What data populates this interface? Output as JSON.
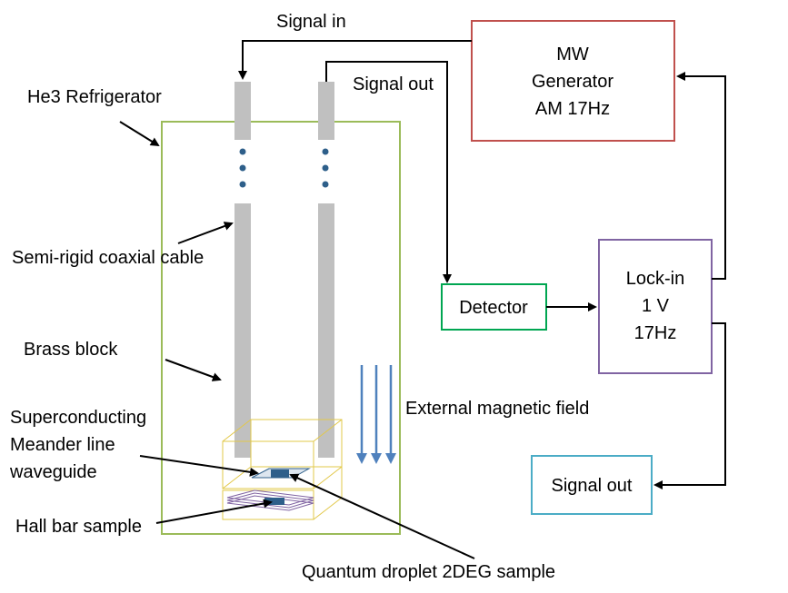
{
  "labels": {
    "signal_in": "Signal in",
    "signal_out_top": "Signal out",
    "refrigerator": "He3 Refrigerator",
    "coax_cable": "Semi-rigid coaxial cable",
    "brass_block": "Brass block",
    "meander_line": [
      "Superconducting",
      "Meander line",
      "waveguide"
    ],
    "hall_bar": "Hall bar sample",
    "magnetic_field": "External magnetic field",
    "quantum_droplet": "Quantum droplet 2DEG sample"
  },
  "blocks": {
    "mw_generator": {
      "lines": [
        "MW",
        "Generator",
        "AM 17Hz"
      ],
      "color": "#c0504d"
    },
    "lock_in": {
      "lines": [
        "Lock-in",
        "1 V",
        "17Hz"
      ],
      "color": "#8064a2"
    },
    "detector": {
      "lines": [
        "Detector"
      ],
      "color": "#00a651"
    },
    "signal_out_box": {
      "lines": [
        "Signal out"
      ],
      "color": "#4bacc6"
    }
  },
  "colors": {
    "refrigerator_outline": "#9bbb59",
    "cable": "#c0c0c0",
    "dots": "#2e5f8a",
    "field_arrows": "#4f81bd",
    "brass_block": "#e2c84a",
    "sample": "#2e5f8a",
    "meander": "#8064a2"
  }
}
